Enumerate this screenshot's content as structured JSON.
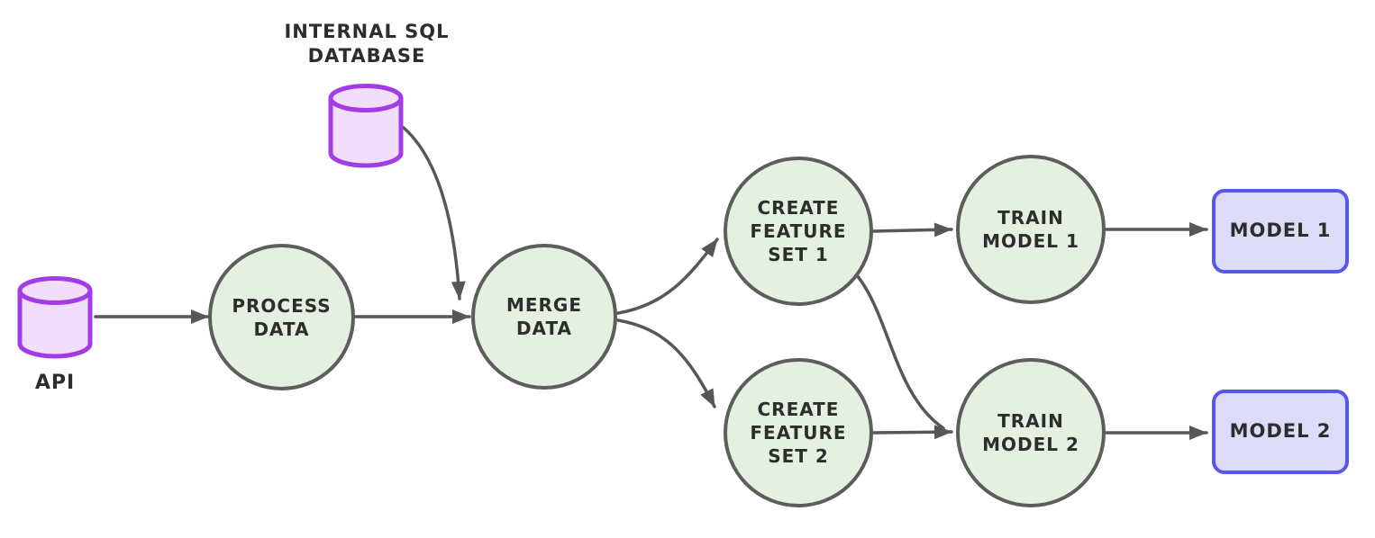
{
  "colors": {
    "database_stroke": "#a13ce6",
    "database_fill": "#f0defb",
    "process_fill": "#e4f1e0",
    "process_stroke": "#5d5d5d",
    "connector": "#575757",
    "model_stroke": "#5757ee",
    "model_fill": "#dddcf8",
    "text": "#2d2d2d"
  },
  "nodes": {
    "api": {
      "label": "API",
      "shape": "cylinder"
    },
    "internal_sql_database": {
      "label": "INTERNAL SQL\nDATABASE",
      "shape": "cylinder"
    },
    "process_data": {
      "label": "PROCESS\nDATA",
      "shape": "circle"
    },
    "merge_data": {
      "label": "MERGE DATA",
      "shape": "circle"
    },
    "create_feature_set_1": {
      "label": "CREATE\nFEATURE\nSET 1",
      "shape": "circle"
    },
    "train_model_1": {
      "label": "TRAIN\nMODEL 1",
      "shape": "circle"
    },
    "model_1": {
      "label": "MODEL 1",
      "shape": "rounded-rectangle"
    },
    "create_feature_set_2": {
      "label": "CREATE\nFEATURE\nSET 2",
      "shape": "circle"
    },
    "train_model_2": {
      "label": "TRAIN\nMODEL 2",
      "shape": "circle"
    },
    "model_2": {
      "label": "MODEL 2",
      "shape": "rounded-rectangle"
    }
  },
  "edges": [
    {
      "from": "api",
      "to": "process_data"
    },
    {
      "from": "process_data",
      "to": "merge_data"
    },
    {
      "from": "internal_sql_database",
      "to": "merge_data"
    },
    {
      "from": "merge_data",
      "to": "create_feature_set_1"
    },
    {
      "from": "merge_data",
      "to": "create_feature_set_2"
    },
    {
      "from": "create_feature_set_1",
      "to": "train_model_1"
    },
    {
      "from": "create_feature_set_1",
      "to": "train_model_2"
    },
    {
      "from": "create_feature_set_2",
      "to": "train_model_2"
    },
    {
      "from": "train_model_1",
      "to": "model_1"
    },
    {
      "from": "train_model_2",
      "to": "model_2"
    }
  ]
}
